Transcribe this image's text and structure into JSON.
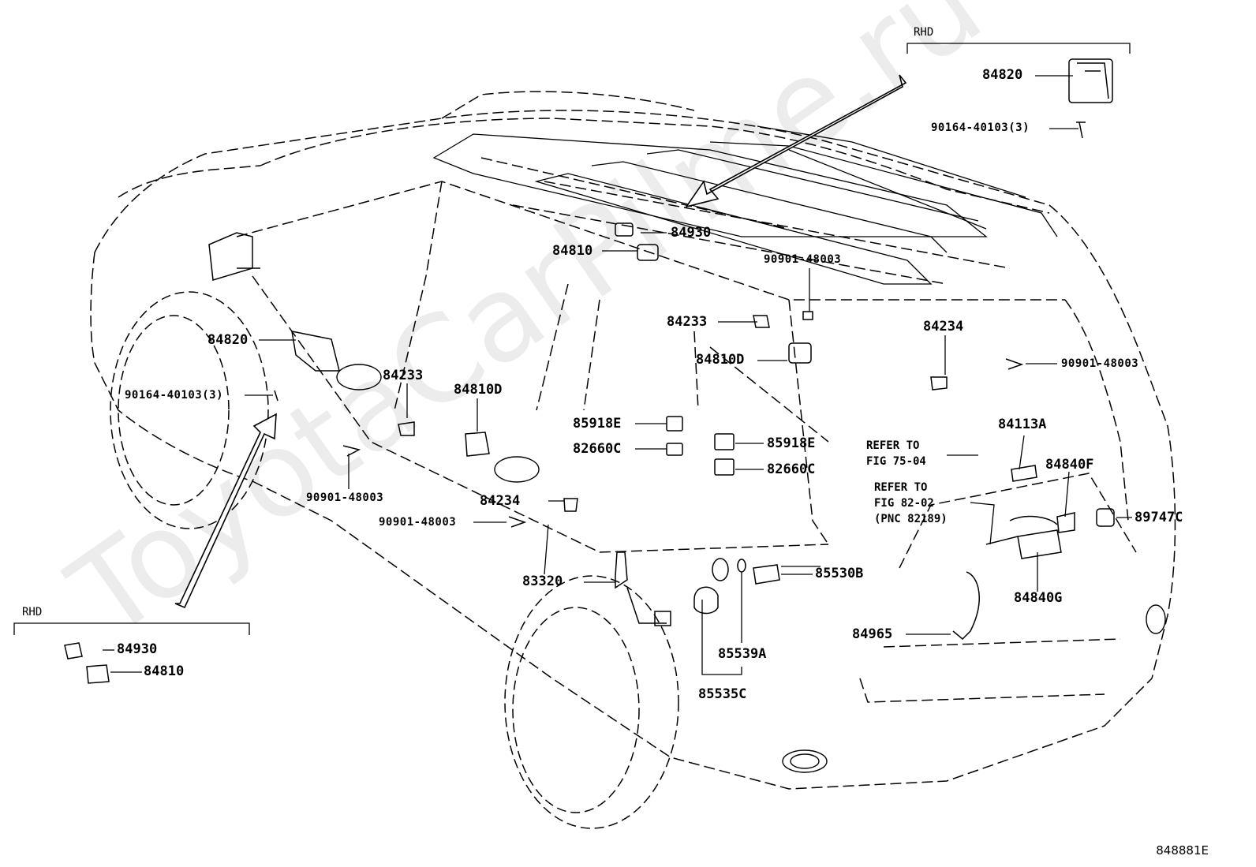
{
  "watermark": "ToyotaCarPilme.ru",
  "figure_code": "848881E",
  "rhd_label": "RHD",
  "labels": {
    "l84820_top": "84820",
    "l90164_top": "90164-40103(3)",
    "l84930_mid": "84930",
    "l84810_mid": "84810",
    "l90901_a": "90901-48003",
    "l84233_r": "84233",
    "l84234_r": "84234",
    "l84810D_r": "84810D",
    "l90901_b": "90901-48003",
    "l84820_left": "84820",
    "l90164_left": "90164-40103(3)",
    "l84233_l": "84233",
    "l84810D_l": "84810D",
    "l85918E_a": "85918E",
    "l82660C_a": "82660C",
    "l85918E_b": "85918E",
    "l82660C_b": "82660C",
    "l84113A": "84113A",
    "l84840F": "84840F",
    "l89747C": "89747C",
    "l90901_c": "90901-48003",
    "l84234_l": "84234",
    "l90901_d": "90901-48003",
    "l83320": "83320",
    "l85530B": "85530B",
    "l84840G": "84840G",
    "l84965": "84965",
    "l85539A": "85539A",
    "l85535C": "85535C",
    "l84930_rhd": "84930",
    "l84810_rhd": "84810"
  },
  "notes": {
    "refer1_line1": "REFER TO",
    "refer1_line2": "FIG 75-04",
    "refer2_line1": "REFER TO",
    "refer2_line2": "FIG 82-02",
    "refer2_line3": "(PNC 82189)"
  }
}
